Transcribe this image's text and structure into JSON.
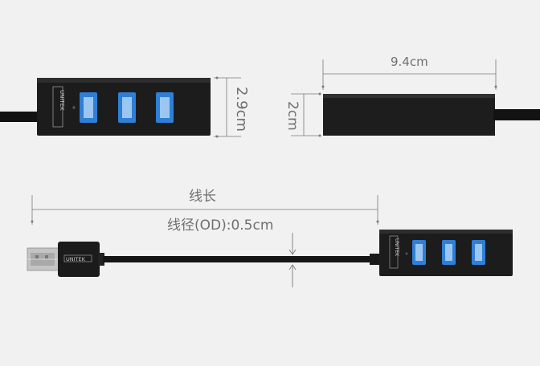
{
  "dimensions": {
    "height_front": "2.9cm",
    "height_side": "2cm",
    "length": "9.4cm",
    "cable_length": "线长",
    "cable_od": "线径(OD):0.5cm"
  },
  "brand": "UNITEK",
  "colors": {
    "background": "#f1f1f1",
    "hub_body": "#1b1b1b",
    "usb_port": "#2f7fd6",
    "dimension_line": "#7a7a7a",
    "text": "#6f6f6f"
  }
}
